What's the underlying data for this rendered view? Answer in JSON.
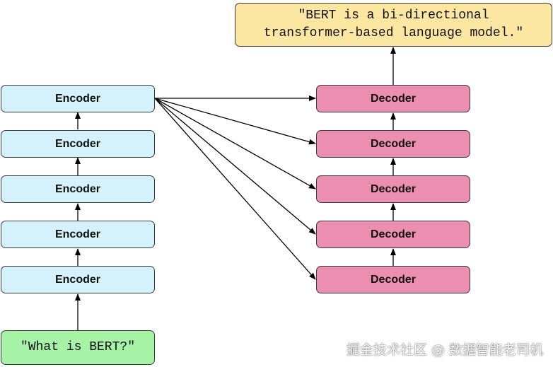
{
  "input": {
    "text": "\"What is BERT?\""
  },
  "encoders": [
    "Encoder",
    "Encoder",
    "Encoder",
    "Encoder",
    "Encoder"
  ],
  "decoders": [
    "Decoder",
    "Decoder",
    "Decoder",
    "Decoder",
    "Decoder"
  ],
  "output": {
    "line1": "\"BERT is a bi-directional",
    "line2": "transformer-based language model.\""
  },
  "watermark": "掘金技术社区 @ 数据智能老司机",
  "colors": {
    "encoder_fill": "#d3f2fb",
    "decoder_fill": "#ec8eb0",
    "input_fill": "#a6f3a8",
    "output_fill": "#fbe7a1",
    "stroke": "#3a3a3a"
  }
}
